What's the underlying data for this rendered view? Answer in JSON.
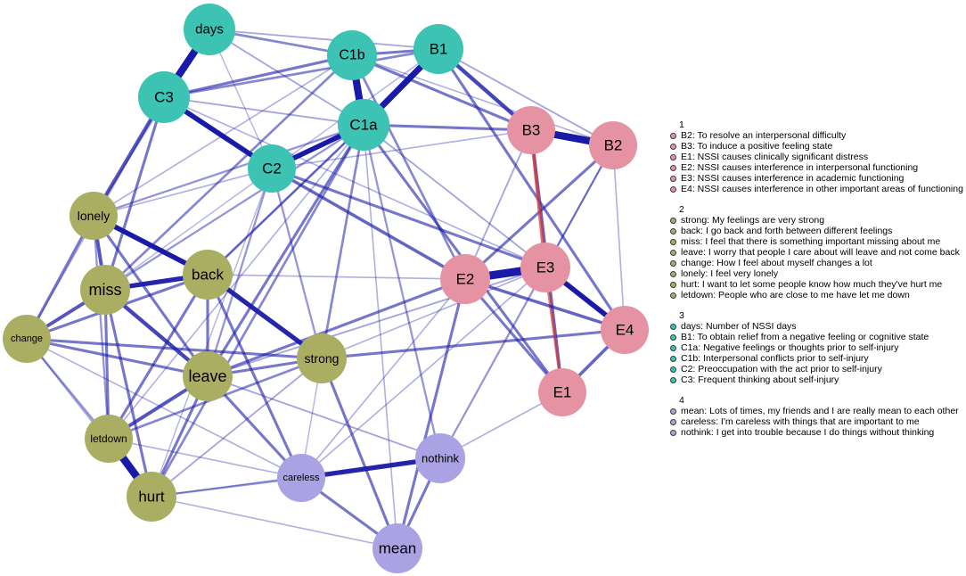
{
  "colors": {
    "group1": "#e593a3",
    "group2": "#aaae63",
    "group3": "#3cc3b4",
    "group4": "#aaa2e3",
    "positive_edge": "#1a1aa8",
    "negative_edge": "#d43a3a"
  },
  "legend": {
    "groups": [
      {
        "title": "1",
        "color_key": "group1",
        "items": [
          "B2: To resolve an interpersonal difficulty",
          "B3: To induce a positive feeling state",
          "E1: NSSI causes clinically significant distress",
          "E2: NSSI causes interference in interpersonal functioning",
          "E3: NSSI causes interference in academic functioning",
          "E4: NSSI causes interference in other important areas of functioning"
        ]
      },
      {
        "title": "2",
        "color_key": "group2",
        "items": [
          "strong: My feelings are very strong",
          "back: I go back and forth between different feelings",
          "miss: I feel that there is something important missing about me",
          "leave: I worry that people I care about will leave and not come back",
          "change: How I feel about myself changes a lot",
          "lonely: I feel very lonely",
          "hurt: I want to let some people know how much they've hurt me",
          "letdown: People who are close to me have let me down"
        ]
      },
      {
        "title": "3",
        "color_key": "group3",
        "items": [
          "days: Number of NSSI days",
          "B1: To obtain relief from a negative feeling or cognitive state",
          "C1a: Negative feelings or thoughts prior to self-injury",
          "C1b: Interpersonal conflicts prior to self-injury",
          "C2: Preoccupation with the act prior to self-injury",
          "C3: Frequent thinking about self-injury"
        ]
      },
      {
        "title": "4",
        "color_key": "group4",
        "items": [
          "mean: Lots of times, my friends and I are really mean to each other",
          "careless: I'm careless with things that are important to me",
          "nothink: I get into trouble because I do things without thinking"
        ]
      }
    ]
  },
  "nodes": [
    {
      "id": "days",
      "label": "days",
      "group": "group3"
    },
    {
      "id": "C1b",
      "label": "C1b",
      "group": "group3"
    },
    {
      "id": "B1",
      "label": "B1",
      "group": "group3"
    },
    {
      "id": "C3",
      "label": "C3",
      "group": "group3"
    },
    {
      "id": "C1a",
      "label": "C1a",
      "group": "group3"
    },
    {
      "id": "C2",
      "label": "C2",
      "group": "group3"
    },
    {
      "id": "B3",
      "label": "B3",
      "group": "group1"
    },
    {
      "id": "B2",
      "label": "B2",
      "group": "group1"
    },
    {
      "id": "E2",
      "label": "E2",
      "group": "group1"
    },
    {
      "id": "E3",
      "label": "E3",
      "group": "group1"
    },
    {
      "id": "E4",
      "label": "E4",
      "group": "group1"
    },
    {
      "id": "E1",
      "label": "E1",
      "group": "group1"
    },
    {
      "id": "lonely",
      "label": "lonely",
      "group": "group2"
    },
    {
      "id": "back",
      "label": "back",
      "group": "group2"
    },
    {
      "id": "miss",
      "label": "miss",
      "group": "group2"
    },
    {
      "id": "change",
      "label": "change",
      "group": "group2"
    },
    {
      "id": "leave",
      "label": "leave",
      "group": "group2"
    },
    {
      "id": "strong",
      "label": "strong",
      "group": "group2"
    },
    {
      "id": "letdown",
      "label": "letdown",
      "group": "group2"
    },
    {
      "id": "hurt",
      "label": "hurt",
      "group": "group2"
    },
    {
      "id": "careless",
      "label": "careless",
      "group": "group4"
    },
    {
      "id": "nothink",
      "label": "nothink",
      "group": "group4"
    },
    {
      "id": "mean",
      "label": "mean",
      "group": "group4"
    }
  ],
  "edges": [
    {
      "source": "days",
      "target": "C3",
      "weight": 0.9,
      "sign": "positive"
    },
    {
      "source": "C1b",
      "target": "C1a",
      "weight": 0.9,
      "sign": "positive"
    },
    {
      "source": "B1",
      "target": "C1a",
      "weight": 0.75,
      "sign": "positive"
    },
    {
      "source": "B3",
      "target": "B2",
      "weight": 0.9,
      "sign": "positive"
    },
    {
      "source": "E2",
      "target": "E3",
      "weight": 1.0,
      "sign": "positive"
    },
    {
      "source": "letdown",
      "target": "hurt",
      "weight": 0.95,
      "sign": "positive"
    },
    {
      "source": "C3",
      "target": "C2",
      "weight": 0.6,
      "sign": "positive"
    },
    {
      "source": "C2",
      "target": "C1a",
      "weight": 0.6,
      "sign": "positive"
    },
    {
      "source": "E3",
      "target": "E4",
      "weight": 0.6,
      "sign": "positive"
    },
    {
      "source": "lonely",
      "target": "back",
      "weight": 0.6,
      "sign": "positive"
    },
    {
      "source": "miss",
      "target": "back",
      "weight": 0.55,
      "sign": "positive"
    },
    {
      "source": "back",
      "target": "strong",
      "weight": 0.55,
      "sign": "positive"
    },
    {
      "source": "nothink",
      "target": "careless",
      "weight": 0.55,
      "sign": "positive"
    },
    {
      "source": "B1",
      "target": "B3",
      "weight": 0.45,
      "sign": "positive"
    },
    {
      "source": "miss",
      "target": "leave",
      "weight": 0.45,
      "sign": "positive"
    },
    {
      "source": "lonely",
      "target": "miss",
      "weight": 0.4,
      "sign": "positive"
    },
    {
      "source": "C3",
      "target": "lonely",
      "weight": 0.4,
      "sign": "positive"
    },
    {
      "source": "change",
      "target": "miss",
      "weight": 0.4,
      "sign": "positive"
    },
    {
      "source": "letdown",
      "target": "leave",
      "weight": 0.4,
      "sign": "positive"
    },
    {
      "source": "C1a",
      "target": "E1",
      "weight": 0.3,
      "sign": "positive"
    },
    {
      "source": "C1a",
      "target": "B3",
      "weight": 0.3,
      "sign": "positive"
    },
    {
      "source": "C1b",
      "target": "B1",
      "weight": 0.3,
      "sign": "positive"
    },
    {
      "source": "days",
      "target": "C1b",
      "weight": 0.25,
      "sign": "positive"
    },
    {
      "source": "C3",
      "target": "C1b",
      "weight": 0.3,
      "sign": "positive"
    },
    {
      "source": "C3",
      "target": "B1",
      "weight": 0.25,
      "sign": "positive"
    },
    {
      "source": "C1b",
      "target": "B3",
      "weight": 0.3,
      "sign": "positive"
    },
    {
      "source": "C1b",
      "target": "E2",
      "weight": 0.25,
      "sign": "positive"
    },
    {
      "source": "C2",
      "target": "E2",
      "weight": 0.35,
      "sign": "positive"
    },
    {
      "source": "C2",
      "target": "E3",
      "weight": 0.3,
      "sign": "positive"
    },
    {
      "source": "B1",
      "target": "E4",
      "weight": 0.3,
      "sign": "positive"
    },
    {
      "source": "B3",
      "target": "E1",
      "weight": 0.35,
      "sign": "positive"
    },
    {
      "source": "B3",
      "target": "E3",
      "weight": 0.4,
      "sign": "negative"
    },
    {
      "source": "E3",
      "target": "E1",
      "weight": 0.35,
      "sign": "negative"
    },
    {
      "source": "E2",
      "target": "E1",
      "weight": 0.3,
      "sign": "positive"
    },
    {
      "source": "E4",
      "target": "E1",
      "weight": 0.35,
      "sign": "positive"
    },
    {
      "source": "E2",
      "target": "E4",
      "weight": 0.35,
      "sign": "positive"
    },
    {
      "source": "B2",
      "target": "E2",
      "weight": 0.3,
      "sign": "positive"
    },
    {
      "source": "E2",
      "target": "mean",
      "weight": 0.3,
      "sign": "positive"
    },
    {
      "source": "leave",
      "target": "E2",
      "weight": 0.3,
      "sign": "positive"
    },
    {
      "source": "strong",
      "target": "E4",
      "weight": 0.3,
      "sign": "positive"
    },
    {
      "source": "strong",
      "target": "mean",
      "weight": 0.3,
      "sign": "positive"
    },
    {
      "source": "leave",
      "target": "strong",
      "weight": 0.3,
      "sign": "positive"
    },
    {
      "source": "leave",
      "target": "C1a",
      "weight": 0.3,
      "sign": "positive"
    },
    {
      "source": "strong",
      "target": "C1a",
      "weight": 0.25,
      "sign": "positive"
    },
    {
      "source": "leave",
      "target": "careless",
      "weight": 0.3,
      "sign": "positive"
    },
    {
      "source": "leave",
      "target": "hurt",
      "weight": 0.3,
      "sign": "positive"
    },
    {
      "source": "change",
      "target": "leave",
      "weight": 0.3,
      "sign": "positive"
    },
    {
      "source": "change",
      "target": "lonely",
      "weight": 0.3,
      "sign": "positive"
    },
    {
      "source": "change",
      "target": "back",
      "weight": 0.3,
      "sign": "positive"
    },
    {
      "source": "change",
      "target": "strong",
      "weight": 0.3,
      "sign": "positive"
    },
    {
      "source": "miss",
      "target": "letdown",
      "weight": 0.3,
      "sign": "positive"
    },
    {
      "source": "miss",
      "target": "hurt",
      "weight": 0.3,
      "sign": "positive"
    },
    {
      "source": "back",
      "target": "leave",
      "weight": 0.3,
      "sign": "positive"
    },
    {
      "source": "back",
      "target": "careless",
      "weight": 0.3,
      "sign": "positive"
    },
    {
      "source": "lonely",
      "target": "leave",
      "weight": 0.3,
      "sign": "positive"
    },
    {
      "source": "letdown",
      "target": "back",
      "weight": 0.3,
      "sign": "positive"
    },
    {
      "source": "letdown",
      "target": "strong",
      "weight": 0.25,
      "sign": "positive"
    },
    {
      "source": "hurt",
      "target": "C1a",
      "weight": 0.25,
      "sign": "positive"
    },
    {
      "source": "careless",
      "target": "mean",
      "weight": 0.3,
      "sign": "positive"
    },
    {
      "source": "nothink",
      "target": "mean",
      "weight": 0.3,
      "sign": "positive"
    },
    {
      "source": "C1a",
      "target": "nothink",
      "weight": 0.2,
      "sign": "positive"
    },
    {
      "source": "B2",
      "target": "nothink",
      "weight": 0.2,
      "sign": "positive"
    },
    {
      "source": "miss",
      "target": "C3",
      "weight": 0.3,
      "sign": "positive"
    },
    {
      "source": "miss",
      "target": "C1b",
      "weight": 0.25,
      "sign": "positive"
    },
    {
      "source": "lonely",
      "target": "C1a",
      "weight": 0.2,
      "sign": "positive"
    },
    {
      "source": "back",
      "target": "C1a",
      "weight": 0.25,
      "sign": "positive"
    },
    {
      "source": "leave",
      "target": "C2",
      "weight": 0.2,
      "sign": "positive"
    },
    {
      "source": "miss",
      "target": "C1a",
      "weight": 0.2,
      "sign": "positive"
    },
    {
      "source": "C2",
      "target": "strong",
      "weight": 0.2,
      "sign": "positive"
    },
    {
      "source": "hurt",
      "target": "careless",
      "weight": 0.2,
      "sign": "positive"
    },
    {
      "source": "letdown",
      "target": "change",
      "weight": 0.2,
      "sign": "positive"
    },
    {
      "source": "lonely",
      "target": "letdown",
      "weight": 0.2,
      "sign": "positive"
    },
    {
      "source": "change",
      "target": "hurt",
      "weight": 0.15,
      "sign": "positive"
    },
    {
      "source": "days",
      "target": "B1",
      "weight": 0.15,
      "sign": "positive"
    },
    {
      "source": "days",
      "target": "C1a",
      "weight": 0.15,
      "sign": "positive"
    },
    {
      "source": "C3",
      "target": "C1a",
      "weight": 0.15,
      "sign": "positive"
    },
    {
      "source": "C3",
      "target": "E3",
      "weight": 0.12,
      "sign": "positive"
    },
    {
      "source": "B1",
      "target": "B2",
      "weight": 0.15,
      "sign": "positive"
    },
    {
      "source": "C1b",
      "target": "B2",
      "weight": 0.12,
      "sign": "positive"
    },
    {
      "source": "C1a",
      "target": "E3",
      "weight": 0.15,
      "sign": "positive"
    },
    {
      "source": "C1a",
      "target": "mean",
      "weight": 0.12,
      "sign": "positive"
    },
    {
      "source": "B2",
      "target": "E3",
      "weight": 0.15,
      "sign": "positive"
    },
    {
      "source": "B3",
      "target": "E2",
      "weight": 0.15,
      "sign": "positive"
    },
    {
      "source": "B2",
      "target": "E4",
      "weight": 0.12,
      "sign": "positive"
    },
    {
      "source": "C1a",
      "target": "back",
      "weight": 0.15,
      "sign": "positive"
    },
    {
      "source": "lonely",
      "target": "C1b",
      "weight": 0.12,
      "sign": "positive"
    },
    {
      "source": "lonely",
      "target": "days",
      "weight": 0.12,
      "sign": "positive"
    },
    {
      "source": "lonely",
      "target": "C2",
      "weight": 0.12,
      "sign": "positive"
    },
    {
      "source": "change",
      "target": "C3",
      "weight": 0.12,
      "sign": "positive"
    },
    {
      "source": "change",
      "target": "careless",
      "weight": 0.12,
      "sign": "positive"
    },
    {
      "source": "hurt",
      "target": "strong",
      "weight": 0.15,
      "sign": "positive"
    },
    {
      "source": "hurt",
      "target": "nothink",
      "weight": 0.12,
      "sign": "positive"
    },
    {
      "source": "hurt",
      "target": "mean",
      "weight": 0.12,
      "sign": "positive"
    },
    {
      "source": "letdown",
      "target": "careless",
      "weight": 0.12,
      "sign": "positive"
    },
    {
      "source": "leave",
      "target": "nothink",
      "weight": 0.15,
      "sign": "positive"
    },
    {
      "source": "leave",
      "target": "E3",
      "weight": 0.15,
      "sign": "positive"
    },
    {
      "source": "back",
      "target": "E2",
      "weight": 0.12,
      "sign": "positive"
    },
    {
      "source": "strong",
      "target": "E3",
      "weight": 0.12,
      "sign": "positive"
    },
    {
      "source": "careless",
      "target": "E3",
      "weight": 0.12,
      "sign": "positive"
    },
    {
      "source": "nothink",
      "target": "E1",
      "weight": 0.12,
      "sign": "positive"
    },
    {
      "source": "E2",
      "target": "careless",
      "weight": 0.12,
      "sign": "positive"
    },
    {
      "source": "miss",
      "target": "B1",
      "weight": 0.1,
      "sign": "positive"
    },
    {
      "source": "C2",
      "target": "B3",
      "weight": 0.12,
      "sign": "positive"
    },
    {
      "source": "days",
      "target": "C2",
      "weight": 0.1,
      "sign": "positive"
    },
    {
      "source": "strong",
      "target": "careless",
      "weight": 0.1,
      "sign": "positive"
    },
    {
      "source": "C1a",
      "target": "letdown",
      "weight": 0.12,
      "sign": "positive"
    },
    {
      "source": "C2",
      "target": "hurt",
      "weight": 0.1,
      "sign": "positive"
    }
  ]
}
